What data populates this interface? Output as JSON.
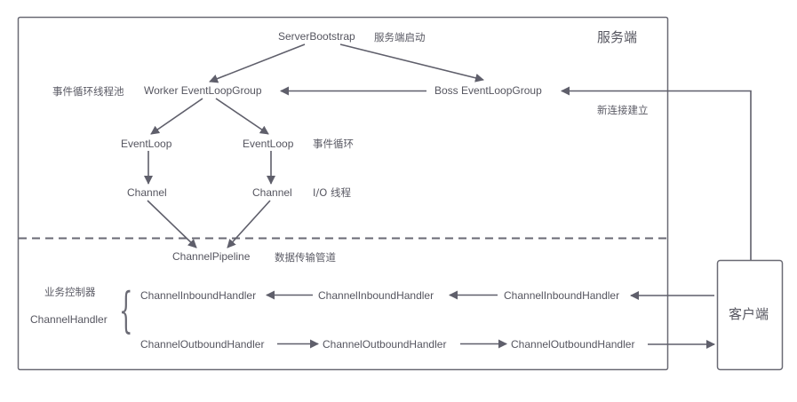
{
  "diagram": {
    "title": "Netty 服务端/客户端 架构",
    "colors": {
      "stroke": "#5f5f6b",
      "text": "#55555f",
      "background": "#ffffff"
    },
    "server": {
      "label": "服务端",
      "bootstrap": {
        "name": "ServerBootstrap",
        "note": "服务端启动"
      },
      "boss_group": {
        "name": "Boss EventLoopGroup",
        "note": "新连接建立"
      },
      "worker_group": {
        "name": "Worker EventLoopGroup",
        "note": "事件循环线程池"
      },
      "event_loops": [
        {
          "name": "EventLoop",
          "note": ""
        },
        {
          "name": "EventLoop",
          "note": "事件循环"
        }
      ],
      "channels": [
        {
          "name": "Channel",
          "note": ""
        },
        {
          "name": "Channel",
          "note": "I/O 线程"
        }
      ],
      "pipeline": {
        "name": "ChannelPipeline",
        "note": "数据传输管道"
      },
      "handler": {
        "note": "业务控制器",
        "name": "ChannelHandler",
        "inbound": [
          "ChannelInboundHandler",
          "ChannelInboundHandler",
          "ChannelInboundHandler"
        ],
        "outbound": [
          "ChannelOutboundHandler",
          "ChannelOutboundHandler",
          "ChannelOutboundHandler"
        ]
      }
    },
    "client": {
      "label": "客户端"
    },
    "brace_glyph": "{"
  }
}
